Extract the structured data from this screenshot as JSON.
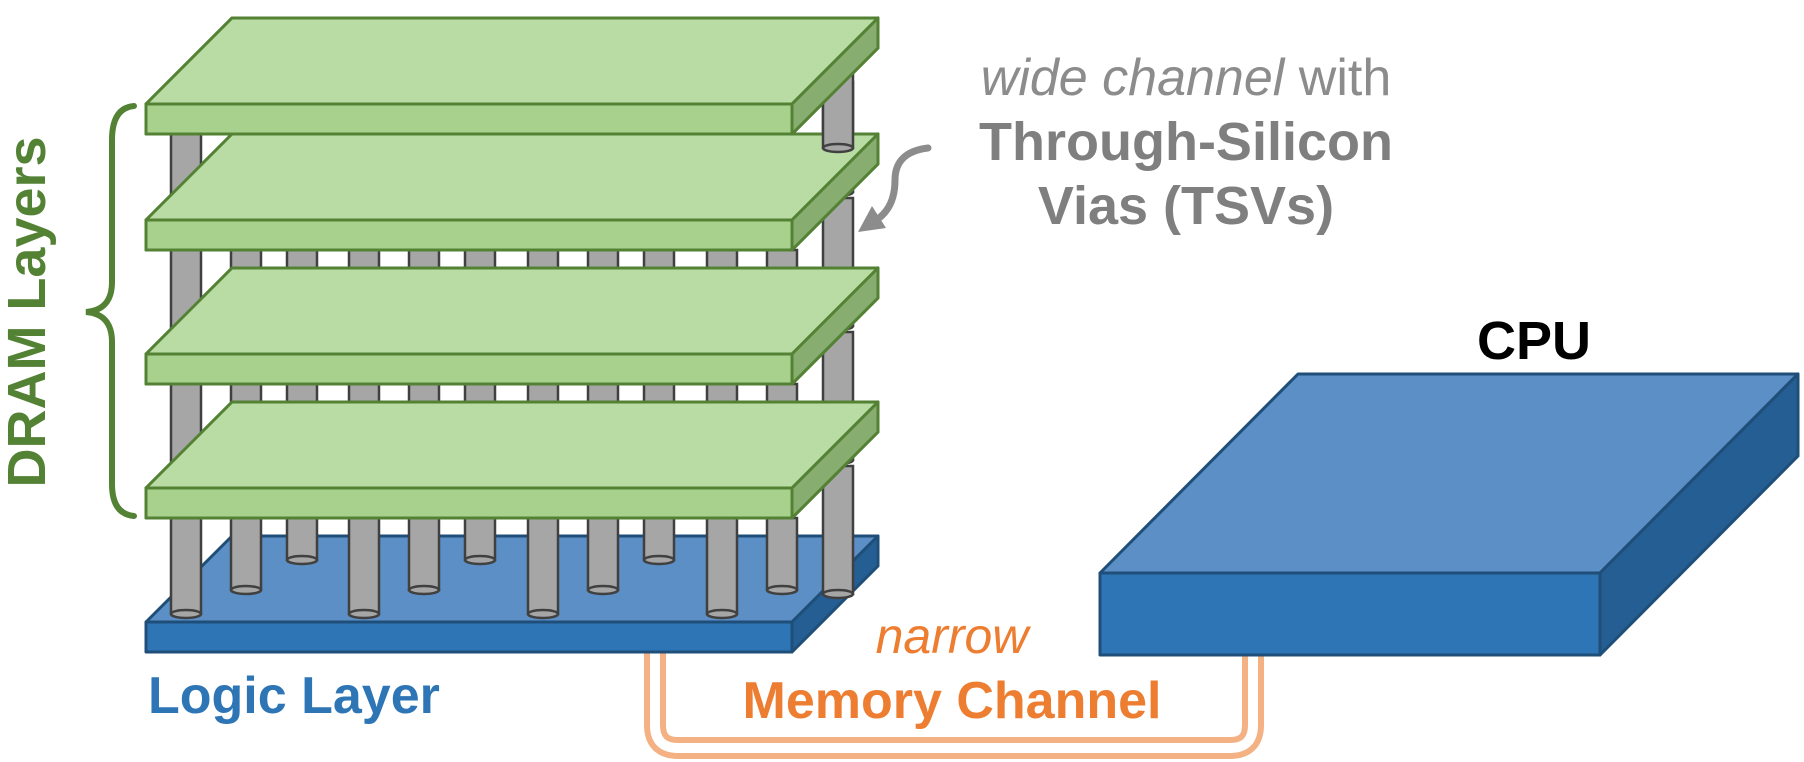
{
  "labels": {
    "dram_layers": "DRAM Layers",
    "logic_layer": "Logic Layer",
    "cpu": "CPU",
    "tsv_line1_italic": "wide channel",
    "tsv_line1_rest": " with",
    "tsv_line2": "Through-Silicon",
    "tsv_line3": "Vias (TSVs)",
    "channel_italic": "narrow",
    "channel_bold": "Memory Channel"
  },
  "colors": {
    "dram_green": "#548235",
    "logic_blue": "#2e75b6",
    "cpu_text": "#000000",
    "tsv_gray": "#7f7f7f",
    "channel_orange": "#ed7d31"
  },
  "structure": {
    "dram_layer_count": 4,
    "tsv_rows": 3,
    "tsv_columns": 4
  }
}
